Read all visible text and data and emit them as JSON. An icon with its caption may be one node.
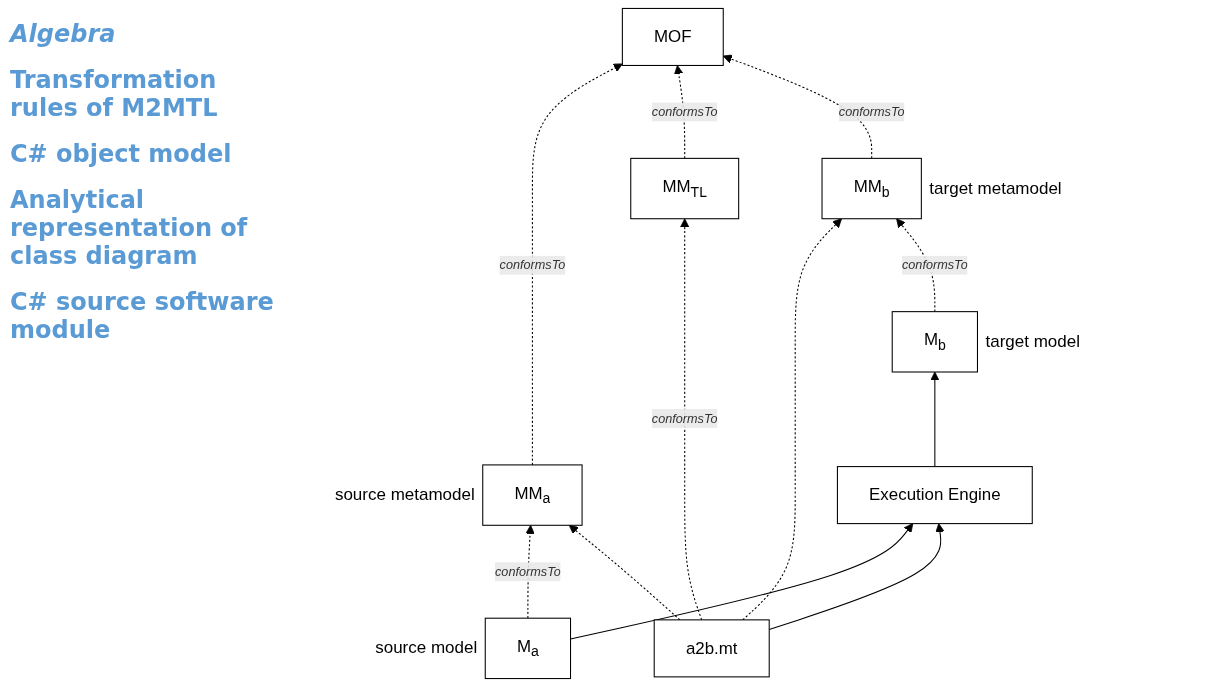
{
  "diagram": {
    "nodes": [
      {
        "text": [
          "MOF"
        ]
      },
      {
        "text": [
          "MM$_{a}$"
        ],
        "beside": [
          "source metamodel"
        ]
      },
      {
        "text": [
          "MM$_{TL}$"
        ]
      },
      {
        "text": [
          "MM$_{b}$"
        ],
        "beside": [
          "target metamodel"
        ]
      },
      {
        "text": [
          "M$_{a}$"
        ],
        "beside": [
          "source model"
        ]
      },
      {
        "text": [
          "a2b.mt"
        ]
      },
      {
        "text": [
          "M$_{b}$"
        ],
        "beside": [
          "target model"
        ]
      },
      {
        "text": [
          "Execution Engine"
        ]
      }
    ],
    "edges": [
      {
        "from": 1,
        "to": 0,
        "arrow": "to",
        "style": "dashed",
        "label": "conformsTo"
      },
      {
        "from": 2,
        "to": 0,
        "arrow": "to",
        "style": "dashed",
        "label": "conformsTo"
      },
      {
        "from": 3,
        "to": 0,
        "arrow": "to",
        "style": "dashed",
        "label": "conformsTo"
      },
      {
        "from": 4,
        "to": 1,
        "arrow": "to",
        "style": "dashed",
        "label": "conformsTo"
      },
      {
        "from": 5,
        "to": 1,
        "arrow": "to",
        "style": "dashed"
      },
      {
        "from": 5,
        "to": 2,
        "arrow": "to",
        "style": "dashed",
        "label": "conformsTo"
      },
      {
        "from": 5,
        "to": 3,
        "arrow": "to",
        "style": "dashed"
      },
      {
        "from": 6,
        "to": 3,
        "arrow": "to",
        "style": "dashed",
        "label": "conformsTo"
      },
      {
        "from": 4,
        "to": 7,
        "arrow": "to"
      },
      {
        "from": 5,
        "to": 7,
        "arrow": "to"
      },
      {
        "from": 7,
        "to": 6,
        "arrow": "to"
      }
    ],
    "labels": [
      "Algebra",
      "Transformation rules of M2MTL",
      "C# object model",
      "Analytical representation of class diagram",
      "C# source software module"
    ]
  }
}
